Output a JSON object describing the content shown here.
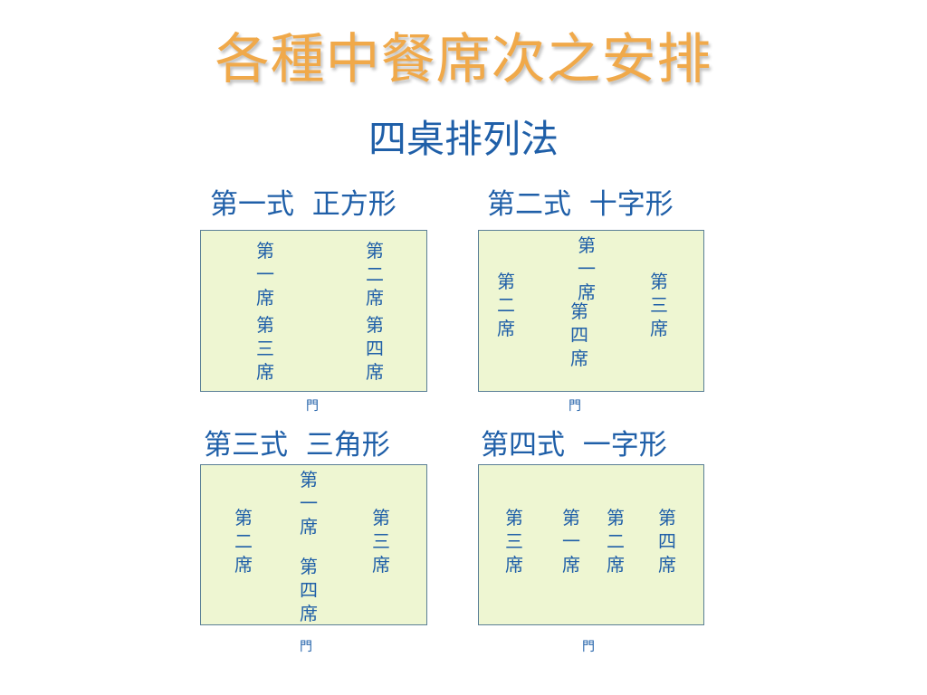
{
  "theme": {
    "title_color": "#f0a94a",
    "text_color": "#1f5fa8",
    "table_fill": "#eef6d2",
    "table_border": "#5a7f96"
  },
  "page": {
    "title": "各種中餐席次之安排",
    "subtitle": "四桌排列法"
  },
  "layouts": [
    {
      "title": "第一式  正方形",
      "door": "門",
      "seats": [
        {
          "chars": [
            "第",
            "一",
            "席"
          ]
        },
        {
          "chars": [
            "第",
            "二",
            "席"
          ]
        },
        {
          "chars": [
            "第",
            "三",
            "席"
          ]
        },
        {
          "chars": [
            "第",
            "四",
            "席"
          ]
        }
      ]
    },
    {
      "title": "第二式  十字形",
      "door": "門",
      "seats": [
        {
          "chars": [
            "第",
            "一",
            "席"
          ]
        },
        {
          "chars": [
            "第",
            "二",
            "席"
          ]
        },
        {
          "chars": [
            "第",
            "三",
            "席"
          ]
        },
        {
          "chars": [
            "第",
            "四",
            "席"
          ]
        }
      ]
    },
    {
      "title": "第三式  三角形",
      "door": "門",
      "seats": [
        {
          "chars": [
            "第",
            "一",
            "席"
          ]
        },
        {
          "chars": [
            "第",
            "二",
            "席"
          ]
        },
        {
          "chars": [
            "第",
            "三",
            "席"
          ]
        },
        {
          "chars": [
            "第",
            "四",
            "席"
          ]
        }
      ]
    },
    {
      "title": "第四式  一字形",
      "door": "門",
      "seats": [
        {
          "chars": [
            "第",
            "三",
            "席"
          ]
        },
        {
          "chars": [
            "第",
            "一",
            "席"
          ]
        },
        {
          "chars": [
            "第",
            "二",
            "席"
          ]
        },
        {
          "chars": [
            "第",
            "四",
            "席"
          ]
        }
      ]
    }
  ]
}
